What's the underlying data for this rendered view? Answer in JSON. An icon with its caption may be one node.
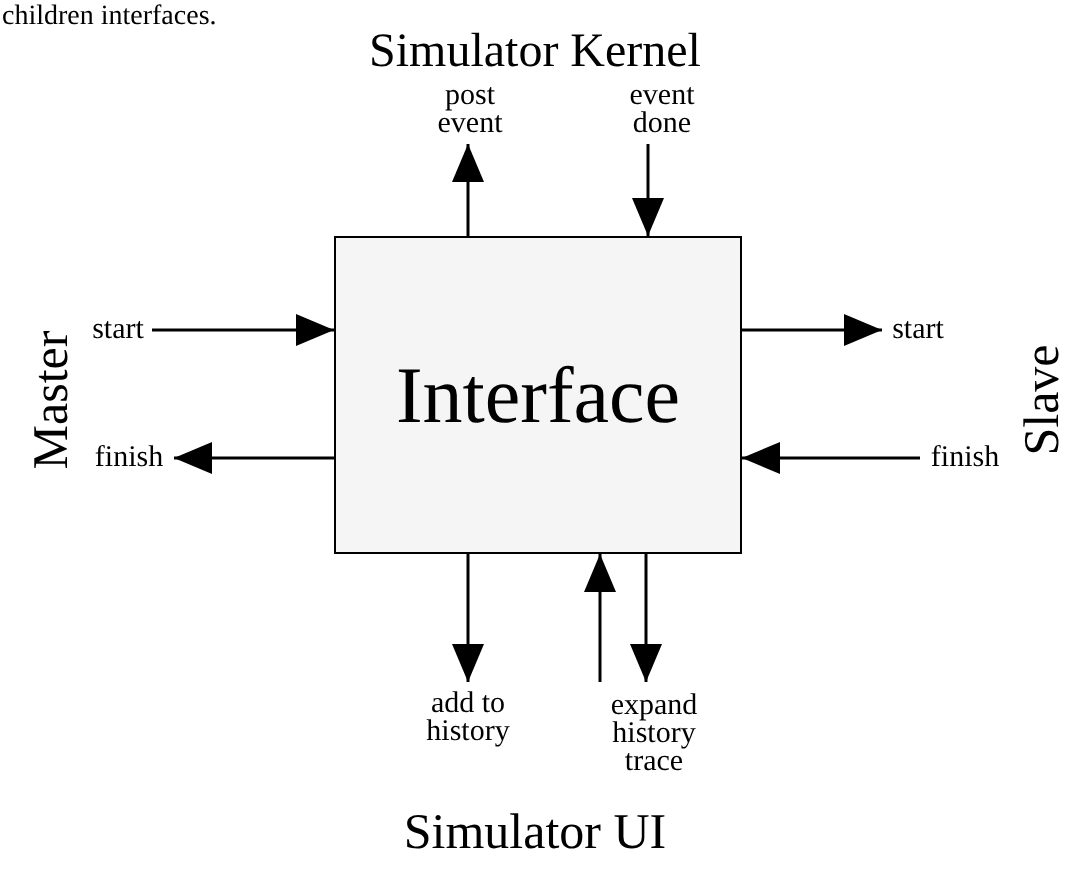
{
  "diagram": {
    "title": "Simulator Kernel",
    "nodes": [
      {
        "text": [
          "Interface"
        ]
      },
      {
        "text": [
          "post event"
        ]
      },
      {
        "text": [
          "event done"
        ]
      },
      {
        "text": [
          "start"
        ]
      },
      {
        "text": [
          "finish"
        ]
      },
      {
        "text": [
          "start"
        ]
      },
      {
        "text": [
          "finish"
        ]
      },
      {
        "text": [
          "add to history"
        ]
      },
      {
        "text": [
          "expand history trace"
        ]
      }
    ],
    "edges": [
      {
        "from": 0,
        "to": 1,
        "arrow": "to"
      },
      {
        "from": 2,
        "to": 0,
        "arrow": "to"
      },
      {
        "from": 3,
        "to": 0,
        "arrow": "to"
      },
      {
        "from": 0,
        "to": 4,
        "arrow": "to"
      },
      {
        "from": 0,
        "to": 5,
        "arrow": "to"
      },
      {
        "from": 6,
        "to": 0,
        "arrow": "to"
      },
      {
        "from": 0,
        "to": 7,
        "arrow": "to"
      },
      {
        "from": 8,
        "to": 0,
        "arrow": "to"
      },
      {
        "from": 0,
        "to": 8,
        "arrow": "to"
      }
    ],
    "labels": [
      "children interfaces.",
      "Master",
      "Slave",
      "Simulator UI"
    ]
  }
}
